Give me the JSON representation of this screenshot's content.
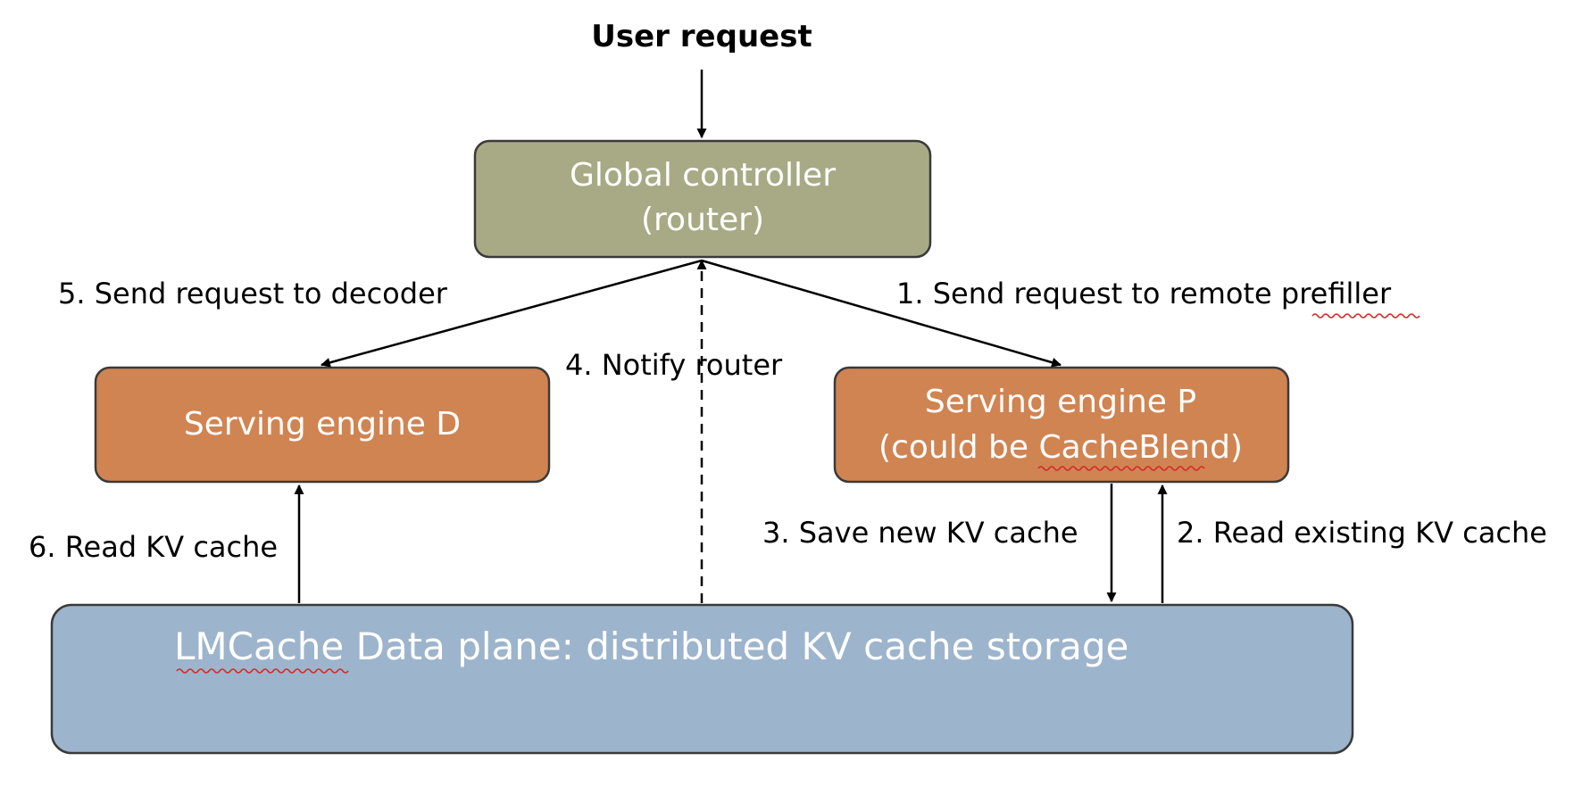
{
  "title": "User request",
  "nodes": {
    "controller": {
      "line1": "Global controller",
      "line2": "(router)",
      "fill": "#a8aa85"
    },
    "engine_d": {
      "label": "Serving engine D",
      "fill": "#d08452"
    },
    "engine_p": {
      "line1": "Serving engine P",
      "line2": "(could be CacheBlend)",
      "fill": "#d08452"
    },
    "data_plane": {
      "label": "LMCache Data plane: distributed KV cache storage",
      "fill": "#9db4cd"
    }
  },
  "edges": {
    "step1": "1. Send request to remote prefiller",
    "step2": "2. Read existing KV cache",
    "step3": "3. Save new KV cache",
    "step4": "4. Notify router",
    "step5": "5. Send request to decoder",
    "step6": "6. Read KV cache"
  },
  "colors": {
    "border": "#3a3a3a",
    "arrow": "#000000",
    "spellcheck": "#d62a2a"
  }
}
